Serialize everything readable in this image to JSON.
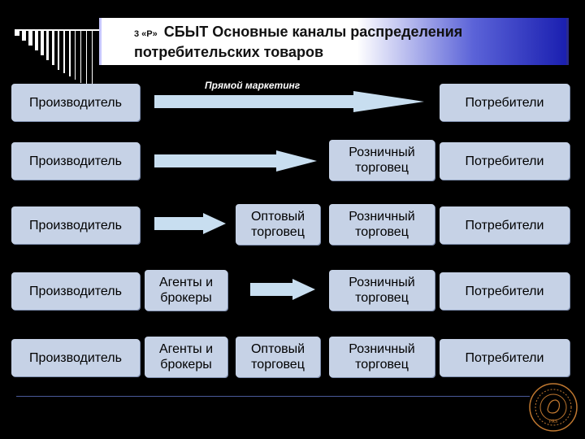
{
  "title": {
    "prefix": "3 «Р»",
    "main": "СБЫТ   Основные каналы распределения потребительских товаров"
  },
  "direct_marketing_label": "Прямой маркетинг",
  "rows": [
    {
      "producer": "Производитель",
      "consumer": "Потребители"
    },
    {
      "producer": "Производитель",
      "retailer": "Розничный торговец",
      "consumer": "Потребители"
    },
    {
      "producer": "Производитель",
      "wholesaler": "Оптовый торговец",
      "retailer": "Розничный торговец",
      "consumer": "Потребители"
    },
    {
      "producer": "Производитель",
      "agents": "Агенты и брокеры",
      "retailer": "Розничный торговец",
      "consumer": "Потребители"
    },
    {
      "producer": "Производитель",
      "agents": "Агенты и брокеры",
      "wholesaler": "Оптовый торговец",
      "retailer": "Розничный торговец",
      "consumer": "Потребители"
    }
  ],
  "seal": {
    "text": "PRS"
  },
  "colors": {
    "box": "#c6d2e6",
    "arrow": "#c8def0",
    "background": "#000000",
    "title_gradient_end": "#1a1fb0"
  }
}
